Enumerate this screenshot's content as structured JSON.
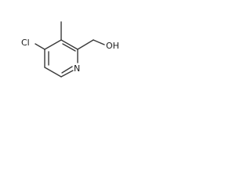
{
  "molecule": {
    "atoms": {
      "chlorine": "Cl",
      "nitrogen": "N",
      "hydroxyl": "OH"
    }
  }
}
